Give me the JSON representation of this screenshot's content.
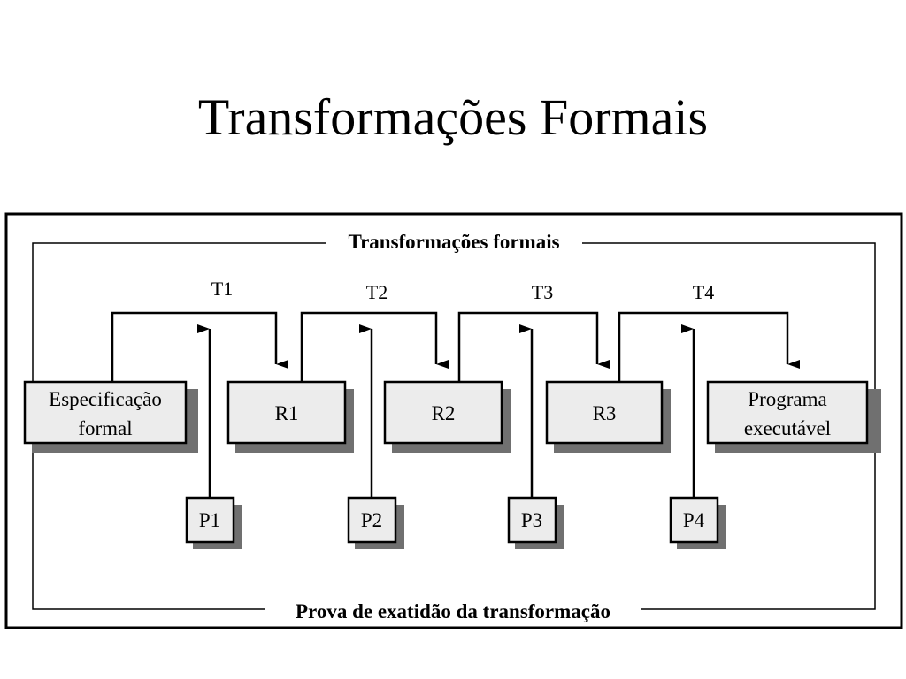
{
  "slide": {
    "title": "Transformações Formais"
  },
  "diagram": {
    "top_label": "Transformações formais",
    "bottom_label": "Prova de exatidão da transformação",
    "transformations": [
      "T1",
      "T2",
      "T3",
      "T4"
    ],
    "source_box": {
      "line1": "Especificação",
      "line2": "formal"
    },
    "refinements": [
      "R1",
      "R2",
      "R3"
    ],
    "target_box": {
      "line1": "Programa",
      "line2": "executável"
    },
    "proofs": [
      "P1",
      "P2",
      "P3",
      "P4"
    ]
  }
}
